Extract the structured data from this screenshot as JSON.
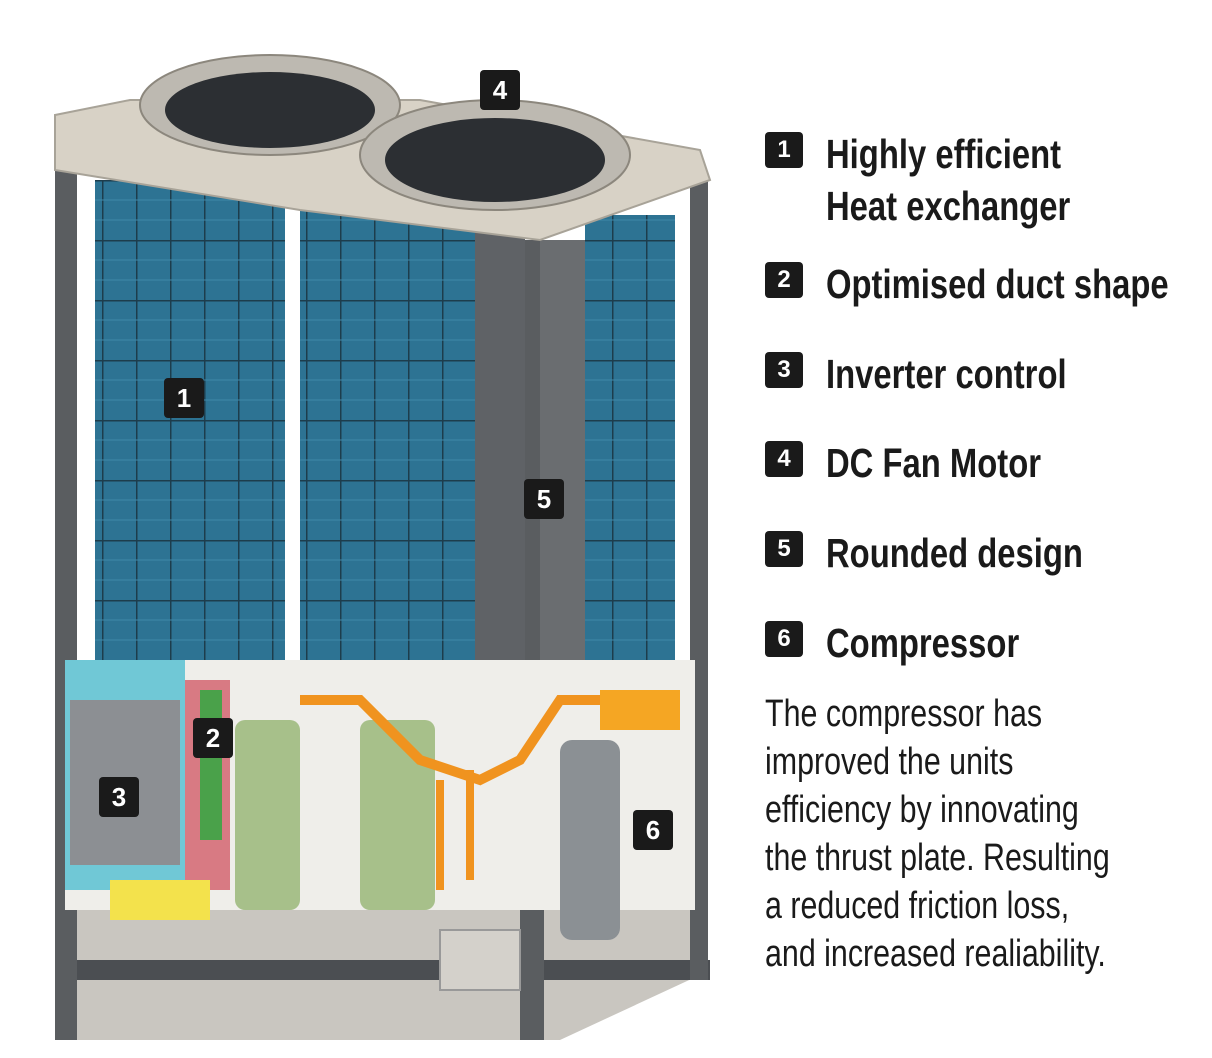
{
  "diagram_badges": [
    "1",
    "2",
    "3",
    "4",
    "5",
    "6"
  ],
  "features": [
    {
      "number": "1",
      "lines": [
        "Highly efficient",
        "Heat exchanger"
      ]
    },
    {
      "number": "2",
      "lines": [
        "Optimised duct shape"
      ]
    },
    {
      "number": "3",
      "lines": [
        "Inverter control"
      ]
    },
    {
      "number": "4",
      "lines": [
        "DC Fan Motor"
      ]
    },
    {
      "number": "5",
      "lines": [
        "Rounded design"
      ]
    },
    {
      "number": "6",
      "lines": [
        "Compressor"
      ]
    }
  ],
  "description": [
    "The compressor has",
    "improved the units",
    "efficiency by innovating",
    "the thrust plate. Resulting",
    "a reduced friction loss,",
    "and increased realiability."
  ],
  "colors": {
    "coil": "#2c6f8c",
    "frame": "#5a5d60",
    "top": "#d8d2c6",
    "badge": "#1a1a1a"
  }
}
